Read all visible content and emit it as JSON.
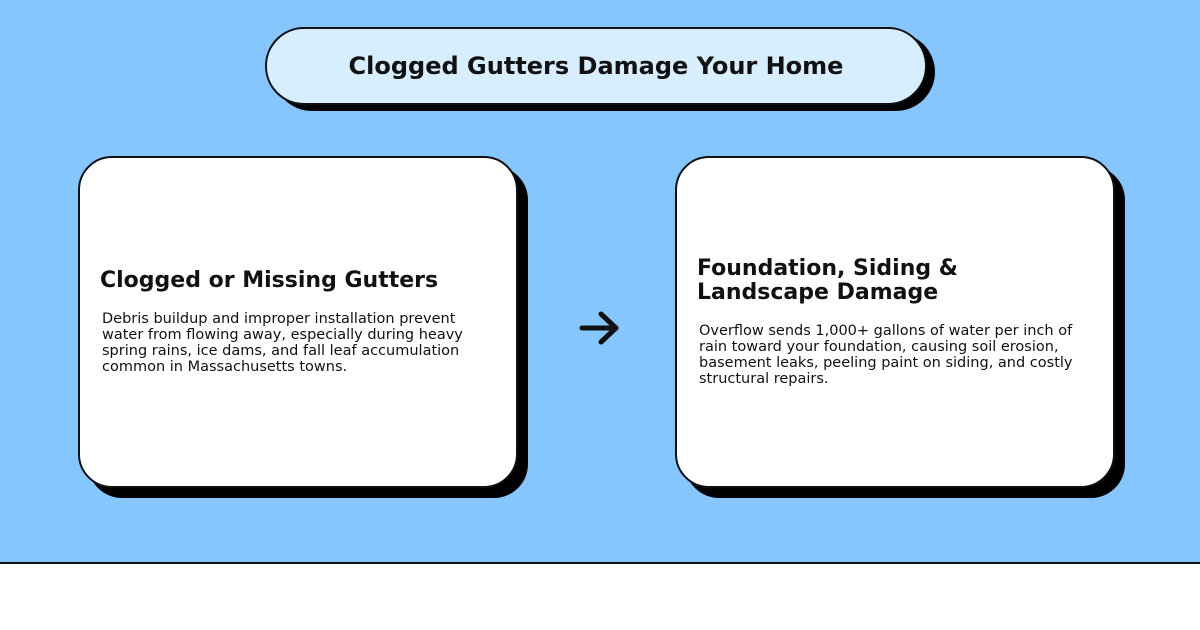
{
  "header": {
    "title": "Clogged Gutters Damage Your Home"
  },
  "cards": [
    {
      "title": "Clogged or Missing Gutters",
      "body": "Debris buildup and improper installation prevent water from flowing away, especially during heavy spring rains, ice dams, and fall leaf accumulation common in Massachusetts towns."
    },
    {
      "title": "Foundation, Siding & Landscape Damage",
      "body": "Overflow sends 1,000+ gallons of water per inch of rain toward your foundation, causing soil erosion, basement leaks, peeling paint on siding, and costly structural repairs."
    }
  ],
  "connector": {
    "icon": "arrow-right-icon"
  },
  "colors": {
    "background": "#84c6fd",
    "title_pill": "#d7eeff",
    "card": "#ffffff",
    "shadow": "#000000",
    "text": "#111111"
  }
}
